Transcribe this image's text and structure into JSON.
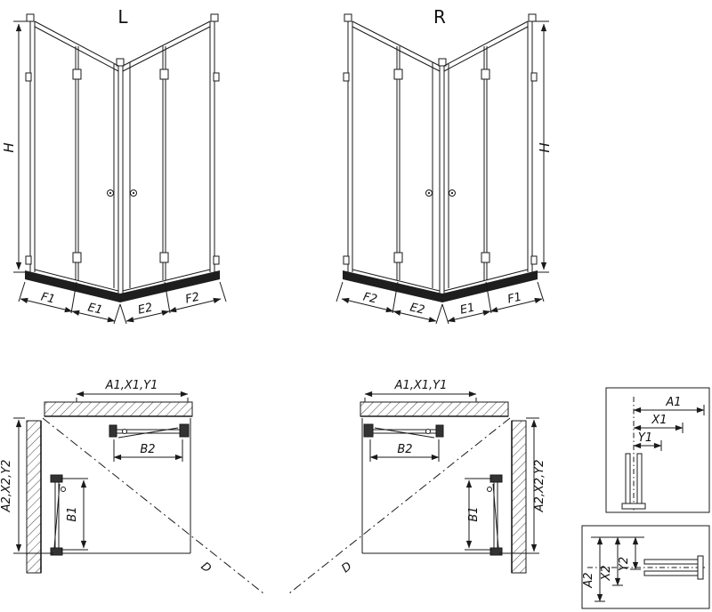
{
  "page": {
    "background": "#ffffff",
    "line_color": "#1a1a1a"
  },
  "perspective_left": {
    "label": "L",
    "height_dim": "H",
    "dims": {
      "outer_left": "F1",
      "inner_left": "E1",
      "inner_right": "E2",
      "outer_right": "F2"
    }
  },
  "perspective_right": {
    "label": "R",
    "height_dim": "H",
    "dims": {
      "outer_left": "F2",
      "inner_left": "E2",
      "inner_right": "E1",
      "outer_right": "F1"
    }
  },
  "plan_left": {
    "width_dim": "A1,X1,Y1",
    "depth_dim": "A2,X2,Y2",
    "front_door_dim": "B2",
    "side_door_dim": "B1",
    "diagonal_dim": "D"
  },
  "plan_right": {
    "width_dim": "A1,X1,Y1",
    "depth_dim": "A2,X2,Y2",
    "front_door_dim": "B2",
    "side_door_dim": "B1",
    "diagonal_dim": "D"
  },
  "detail_width_profile": {
    "dim_a": "A1",
    "dim_x": "X1",
    "dim_y": "Y1"
  },
  "detail_depth_profile": {
    "dim_a": "A2",
    "dim_x": "X2",
    "dim_y": "Y2"
  }
}
